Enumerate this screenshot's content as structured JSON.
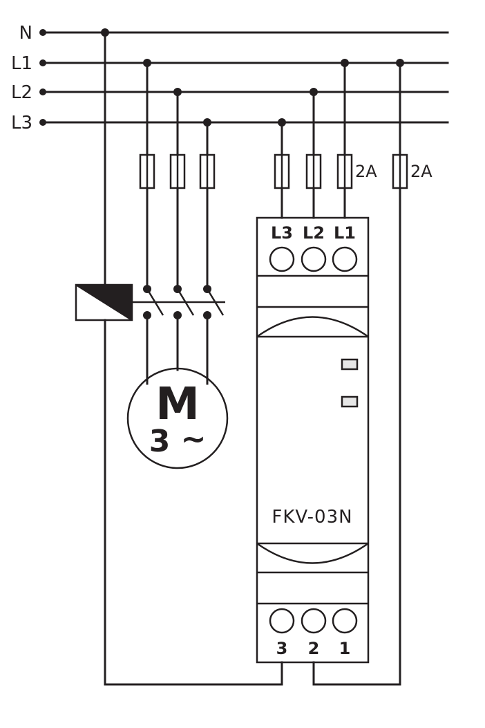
{
  "bus_lines": {
    "n": "N",
    "l1": "L1",
    "l2": "L2",
    "l3": "L3"
  },
  "fuses": {
    "rating_a": "2A",
    "rating_b": "2A"
  },
  "motor": {
    "letter": "M",
    "phases": "3",
    "ac_symbol": "~"
  },
  "relay": {
    "model": "FKV-03N",
    "top_terminals": [
      "L3",
      "L2",
      "L1"
    ],
    "bottom_terminals": [
      "3",
      "2",
      "1"
    ]
  },
  "colors": {
    "stroke": "#231f20",
    "led": "#e6e6e6",
    "background": "#ffffff"
  }
}
